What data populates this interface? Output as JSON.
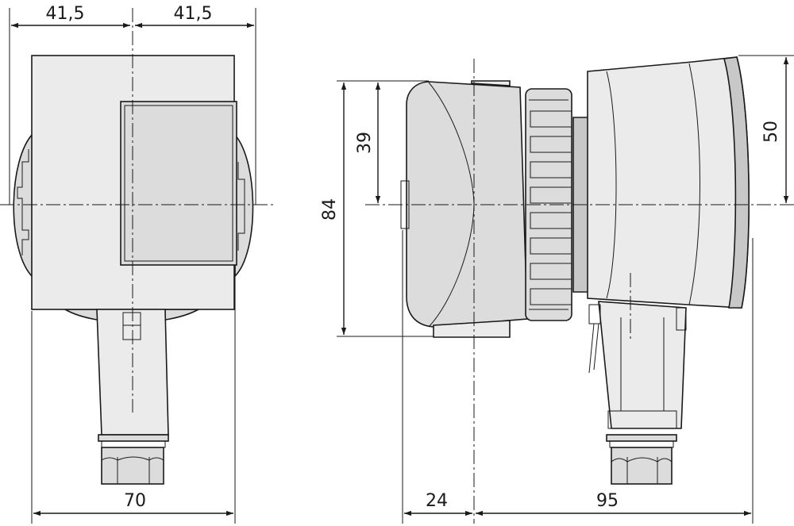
{
  "colors": {
    "line": "#1a1a1a",
    "body_fill": "#ebebeb",
    "panel_fill": "#dcdcdc",
    "dark_fill": "#c8c8c8",
    "background": "#ffffff"
  },
  "front_view": {
    "dim_top_left": "41,5",
    "dim_top_right": "41,5",
    "dim_bottom_width": "70"
  },
  "side_view": {
    "dim_total_height": "84",
    "dim_upper_height": "39",
    "dim_right_height": "50",
    "dim_bottom_left": "24",
    "dim_bottom_right": "95"
  }
}
